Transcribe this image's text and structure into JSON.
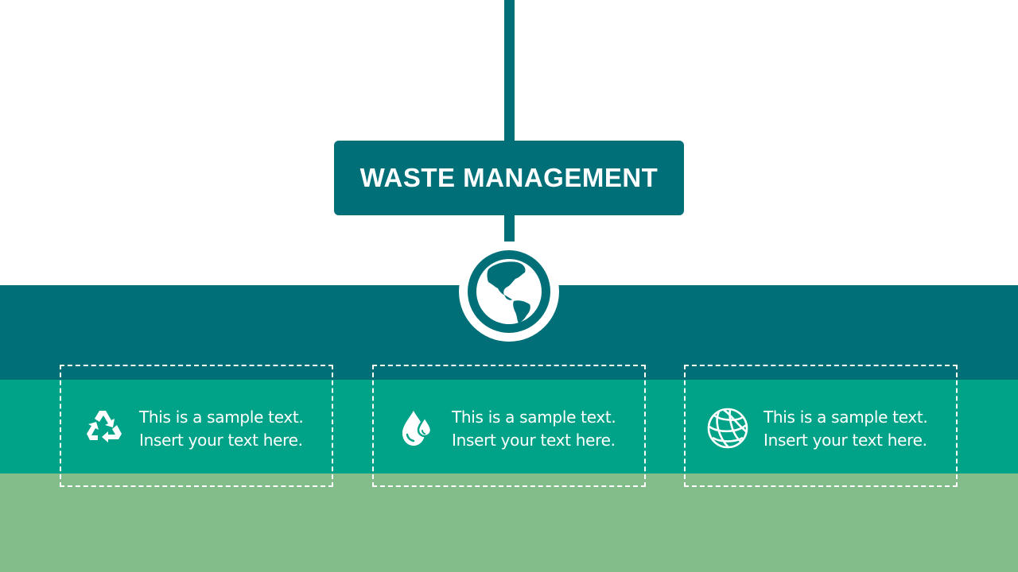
{
  "title": "WASTE MANAGEMENT",
  "colors": {
    "teal": "#006f78",
    "green": "#00a288",
    "light_green": "#83be8a",
    "white": "#ffffff"
  },
  "center_icon": "earth-globe-icon",
  "cards": [
    {
      "icon": "recycle-icon",
      "line1": "This is a sample text.",
      "line2": "Insert your text here."
    },
    {
      "icon": "water-drops-icon",
      "line1": "This is a sample text.",
      "line2": "Insert your text here."
    },
    {
      "icon": "globe-grid-icon",
      "line1": "This is a sample text.",
      "line2": "Insert your text here."
    }
  ]
}
